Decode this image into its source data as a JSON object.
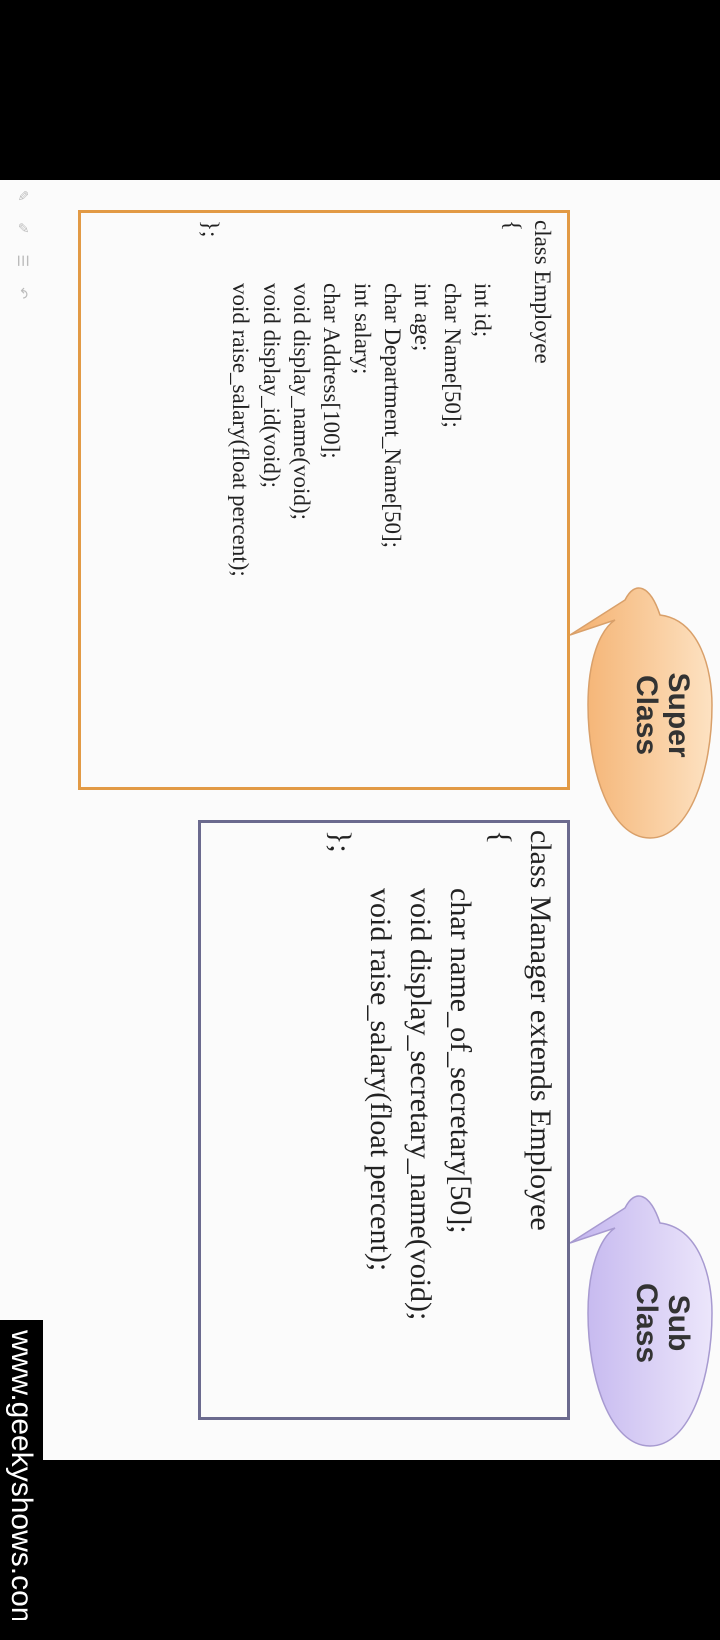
{
  "super_class": {
    "label_line1": "Super",
    "label_line2": "Class",
    "code": [
      "class Employee",
      "{",
      "int id;",
      "char Name[50];",
      "int age;",
      "char Department_Name[50];",
      "int salary;",
      "char Address[100];",
      "void display_name(void);",
      "void display_id(void);",
      "void raise_salary(float percent);",
      "};"
    ]
  },
  "sub_class": {
    "label_line1": "Sub",
    "label_line2": "Class",
    "code": [
      "class Manager extends Employee",
      "{",
      "char name_of_secretary[50];",
      "void display_secretary_name(void);",
      "void raise_salary(float percent);",
      "};"
    ]
  },
  "watermark": "www.geekyshows.com",
  "colors": {
    "super_border": "#e29a45",
    "sub_border": "#6b6a8e",
    "super_bubble": "#f7c08a",
    "sub_bubble": "#cfc3f0"
  }
}
